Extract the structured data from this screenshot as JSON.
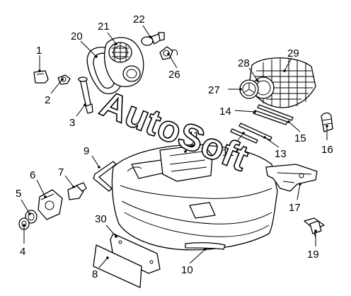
{
  "watermark": "AutoSoft",
  "callouts": {
    "c1": "1",
    "c2": "2",
    "c3": "3",
    "c4": "4",
    "c5": "5",
    "c6": "6",
    "c7": "7",
    "c8": "8",
    "c9": "9",
    "c10": "10",
    "c11": "11",
    "c12": "12",
    "c13": "13",
    "c14": "14",
    "c15": "15",
    "c16": "16",
    "c17": "17",
    "c19": "19",
    "c20": "20",
    "c21": "21",
    "c22": "22",
    "c26": "26",
    "c27": "27",
    "c28": "28",
    "c29": "29",
    "c30": "30"
  }
}
